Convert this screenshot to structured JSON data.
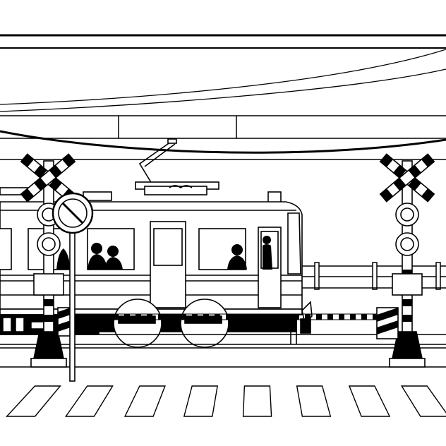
{
  "illustration": {
    "subject": "train-at-railroad-crossing",
    "style": "black-and-white line art",
    "colors": {
      "ink": "#000000",
      "paper": "#ffffff"
    },
    "crossing_signals": [
      "left",
      "right"
    ],
    "passenger_silhouettes": 4,
    "crosswalk_stripes": 8,
    "icons": {
      "crossbuck": "crossbuck-icon",
      "no_entry_sign": "no-entry-sign-icon"
    }
  }
}
